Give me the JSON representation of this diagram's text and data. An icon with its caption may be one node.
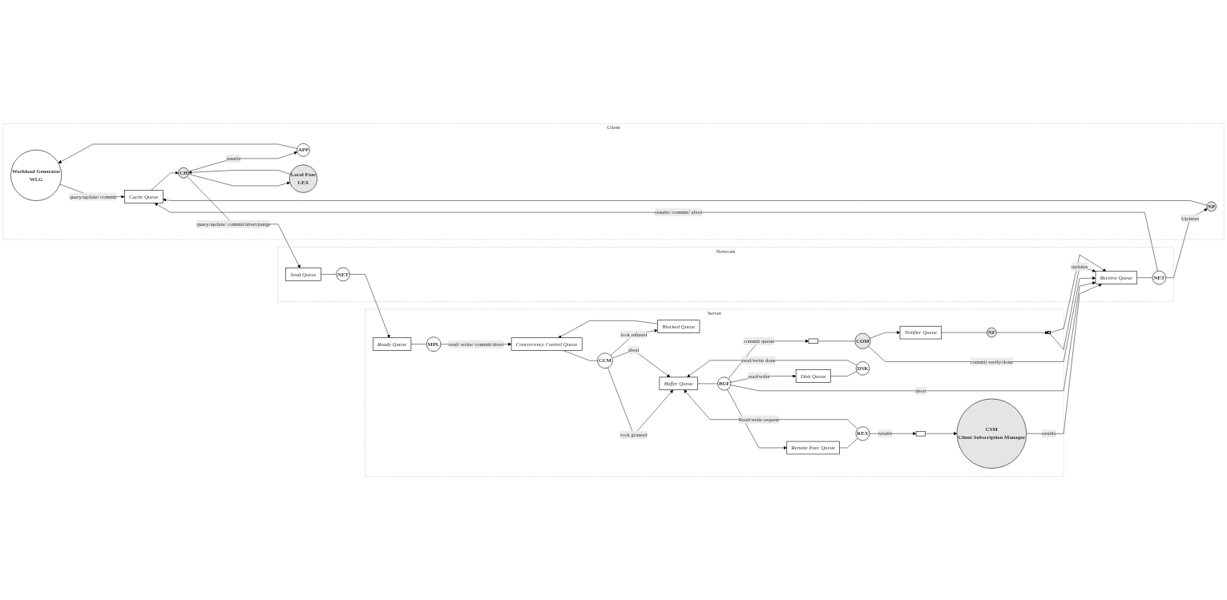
{
  "diagram": {
    "nodes": [
      {
        "text": [
          "Client"
        ]
      },
      {
        "text": [
          "Network"
        ]
      },
      {
        "text": [
          "Server"
        ]
      },
      {
        "text": [
          "Workload Generator",
          "WLG"
        ],
        "in": 0
      },
      {
        "text": [
          "APP"
        ],
        "in": 0
      },
      {
        "text": [
          "Cache Queue"
        ],
        "in": 0
      },
      {
        "text": [
          "Local Exec",
          "LEX"
        ],
        "in": 0
      },
      {
        "text": [
          "CH"
        ],
        "in": 0
      },
      {
        "text": [
          "NP"
        ],
        "in": 0
      },
      {
        "text": [
          "Send Queue"
        ],
        "in": 1
      },
      {
        "text": [
          "NET"
        ],
        "in": 1
      },
      {
        "text": [
          "NET"
        ],
        "in": 1
      },
      {
        "text": [
          "Receive Queue"
        ],
        "in": 1
      },
      {
        "text": [
          "Ready Queue"
        ],
        "in": 2
      },
      {
        "text": [
          "MPL"
        ],
        "in": 2
      },
      {
        "text": [
          "Blocked Queue"
        ],
        "in": 2
      },
      {
        "text": [
          "Concurrency Control Queue"
        ],
        "in": 2
      },
      {
        "text": [
          "CCM"
        ],
        "in": 2
      },
      {
        "text": [
          "CSM",
          "Client Subscription Manager"
        ],
        "in": 2
      },
      {
        "text": [],
        "shape": "box",
        "in": 2
      },
      {
        "text": [
          "Remote Exec Queue"
        ],
        "in": 2
      },
      {
        "text": [
          "REX"
        ],
        "in": 2
      },
      {
        "text": [
          "Buffer Queue"
        ],
        "in": 2
      },
      {
        "text": [
          "BUF"
        ],
        "in": 2
      },
      {
        "text": [
          "Disk Queue"
        ],
        "in": 2
      },
      {
        "text": [
          "DSK"
        ],
        "in": 2
      },
      {
        "text": [
          "Notifier Queue"
        ],
        "in": 2
      },
      {
        "text": [
          "NF"
        ],
        "in": 2
      },
      {
        "text": [],
        "shape": "triangle",
        "in": 2
      },
      {
        "text": [
          "COM"
        ],
        "in": 2
      },
      {
        "text": [],
        "shape": "box",
        "in": 2
      }
    ],
    "edges": [
      {
        "from": 4,
        "to": 3,
        "arrow": "to"
      },
      {
        "from": 3,
        "to": 5,
        "arrow": "to",
        "label": "query/update/ commit"
      },
      {
        "from": 5,
        "to": 7,
        "arrow": "to"
      },
      {
        "from": 7,
        "to": 6,
        "arrow": "to"
      },
      {
        "from": 6,
        "to": 7,
        "arrow": "to"
      },
      {
        "from": 7,
        "to": 4,
        "arrow": "to",
        "label": "results"
      },
      {
        "from": 7,
        "to": 9,
        "arrow": "to",
        "label": "query/update/ commit/abort/purge"
      },
      {
        "from": 9,
        "to": 10,
        "arrow": "none"
      },
      {
        "from": 10,
        "to": 13,
        "arrow": "to"
      },
      {
        "from": 13,
        "to": 14,
        "arrow": "none"
      },
      {
        "from": 14,
        "to": 16,
        "arrow": "to",
        "label": "read/ write/ commit/abort"
      },
      {
        "from": 15,
        "to": 16,
        "arrow": "to"
      },
      {
        "from": 16,
        "to": 17,
        "arrow": "none"
      },
      {
        "from": 17,
        "to": 15,
        "arrow": "to",
        "label": "lock refused"
      },
      {
        "from": 17,
        "to": 22,
        "arrow": "to",
        "label": "lock granted"
      },
      {
        "from": 17,
        "to": 22,
        "arrow": "to",
        "label": "abort"
      },
      {
        "from": 22,
        "to": 23,
        "arrow": "none"
      },
      {
        "from": 23,
        "to": 20,
        "arrow": "to"
      },
      {
        "from": 20,
        "to": 21,
        "arrow": "none"
      },
      {
        "from": 21,
        "to": 22,
        "arrow": "to",
        "label": "Read/write request"
      },
      {
        "from": 21,
        "to": 19,
        "arrow": "to",
        "label": "results"
      },
      {
        "from": 19,
        "to": 18,
        "arrow": "to"
      },
      {
        "from": 18,
        "to": 12,
        "arrow": "to",
        "label": "results"
      },
      {
        "from": 23,
        "to": 12,
        "arrow": "to",
        "label": "abort"
      },
      {
        "from": 23,
        "to": 24,
        "arrow": "to",
        "label": "read/write"
      },
      {
        "from": 24,
        "to": 25,
        "arrow": "none"
      },
      {
        "from": 25,
        "to": 22,
        "arrow": "to",
        "label": "read/write done"
      },
      {
        "from": 23,
        "to": 30,
        "arrow": "to",
        "label": "commit queue"
      },
      {
        "from": 30,
        "to": 29,
        "arrow": "none"
      },
      {
        "from": 29,
        "to": 26,
        "arrow": "to"
      },
      {
        "from": 29,
        "to": 12,
        "arrow": "to",
        "label": "commit verify/done"
      },
      {
        "from": 26,
        "to": 27,
        "arrow": "none"
      },
      {
        "from": 27,
        "to": 28,
        "arrow": "to"
      },
      {
        "from": 28,
        "to": 12,
        "arrow": "to",
        "label": "updates"
      },
      {
        "from": 28,
        "to": 12,
        "arrow": "to"
      },
      {
        "from": 12,
        "to": 11,
        "arrow": "none"
      },
      {
        "from": 11,
        "to": 8,
        "arrow": "to",
        "label": "Updates"
      },
      {
        "from": 11,
        "to": 5,
        "arrow": "to",
        "label": "results/ commit/ abort"
      },
      {
        "from": 8,
        "to": 5,
        "arrow": "to"
      }
    ]
  }
}
